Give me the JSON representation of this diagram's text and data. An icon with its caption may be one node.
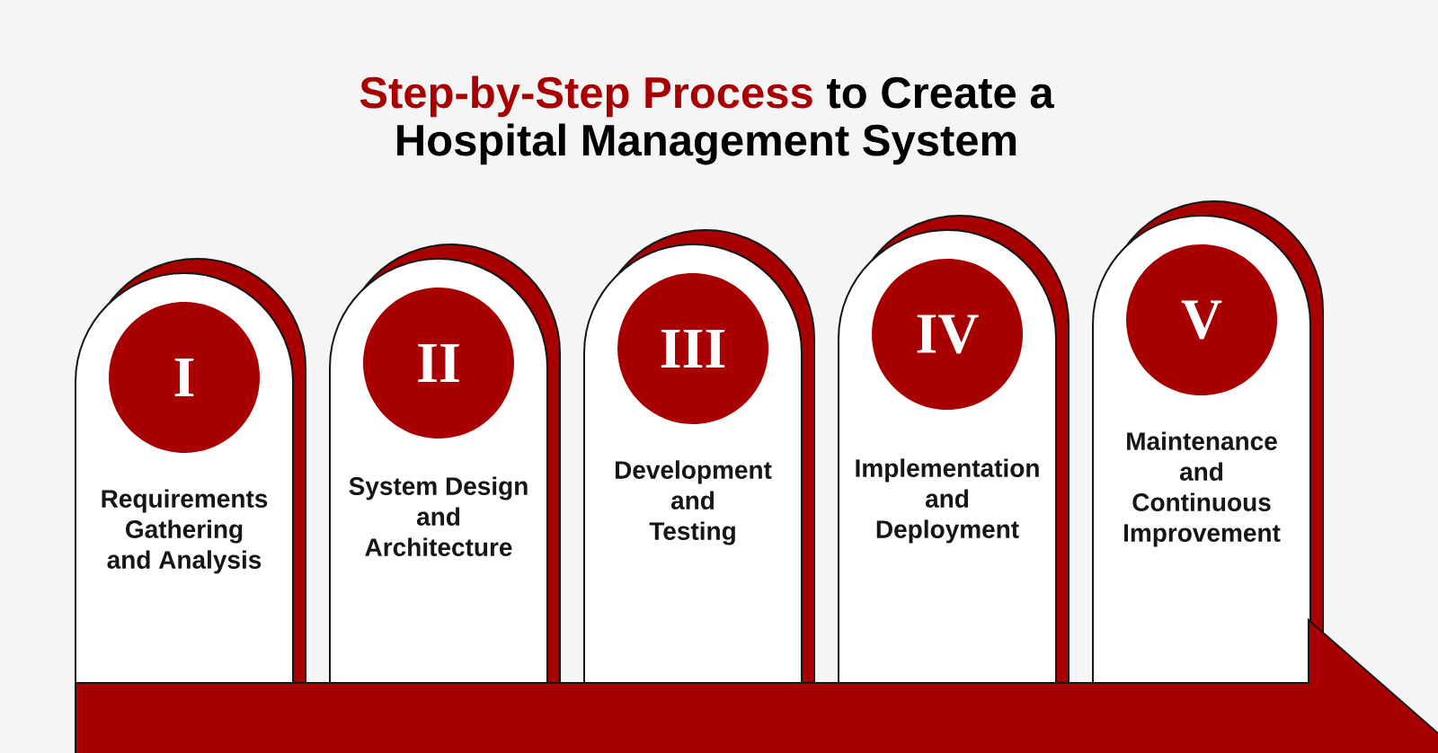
{
  "diagram": {
    "title": "**Step-by-Step Process** to Create a Hospital Management System",
    "nodes": [
      {
        "text": [
          "Requirements Gathering and Analysis"
        ]
      },
      {
        "text": [
          "I"
        ],
        "in": 0
      },
      {
        "text": [
          "System Design and Architecture"
        ]
      },
      {
        "text": [
          "II"
        ],
        "in": 2
      },
      {
        "text": [
          "Development and Testing"
        ]
      },
      {
        "text": [
          "III"
        ],
        "in": 4
      },
      {
        "text": [
          "Implementation and Deployment"
        ]
      },
      {
        "text": [
          "IV"
        ],
        "in": 6
      },
      {
        "text": [
          "Maintenance and Continuous Improvement"
        ]
      },
      {
        "text": [
          "V"
        ],
        "in": 8
      }
    ]
  }
}
